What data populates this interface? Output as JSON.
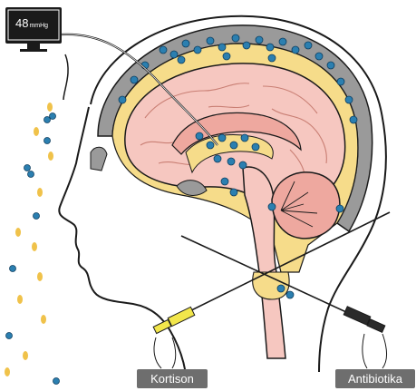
{
  "monitor": {
    "pressure_value": "48",
    "pressure_unit": "mmHg",
    "icon": "monitor-icon"
  },
  "labels": {
    "left_syringe": "Kortison",
    "right_syringe": "Antibiotika"
  },
  "colors": {
    "outline": "#1a1a1a",
    "skull_gray": "#9a9a9a",
    "csf_yellow": "#f6dc8a",
    "brain_pink": "#f6c7c0",
    "brain_pink_dark": "#eea89f",
    "bacteria_blue": "#2b7fb0",
    "bacteria_dark": "#0f3f60",
    "pill_yellow": "#f0c24a",
    "syringe_yellow": "#f2e64b",
    "syringe_black": "#2a2a2a",
    "label_bg": "#6e6e6e"
  }
}
